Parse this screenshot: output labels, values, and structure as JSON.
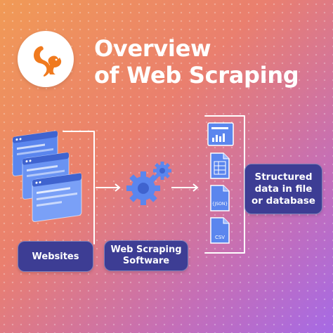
{
  "header": {
    "title_line1": "Overview",
    "title_line2": "of Web Scraping"
  },
  "logo": {
    "icon": "squirrel-logo-icon"
  },
  "diagram": {
    "nodes": [
      {
        "id": "websites",
        "label": "Websites",
        "icon": "browser-windows-icon"
      },
      {
        "id": "software",
        "label": "Web Scraping Software",
        "icon": "gears-icon"
      },
      {
        "id": "output",
        "label": "Structured data in file or database",
        "icon": "data-files-icon"
      }
    ],
    "file_labels": {
      "json": "{JSON}",
      "csv": "CSV"
    },
    "edges": [
      {
        "from": "websites",
        "to": "software"
      },
      {
        "from": "software",
        "to": "output"
      }
    ]
  },
  "colors": {
    "background_start": "#f19a55",
    "background_end": "#a66ae5",
    "pill_fill": "#3d3d94",
    "icon_blue": "#4f7be8",
    "logo_orange": "#f07a1e",
    "text": "#ffffff"
  }
}
